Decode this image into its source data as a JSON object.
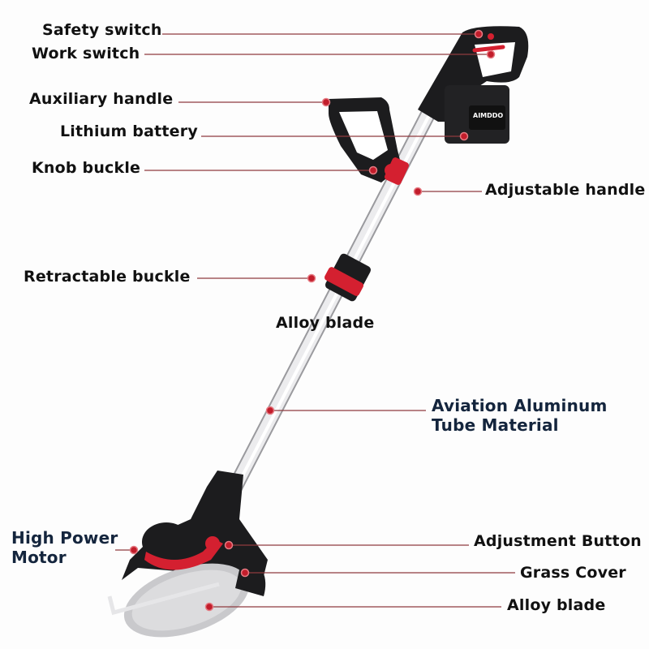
{
  "labels": {
    "safety_switch": "Safety switch",
    "work_switch": "Work switch",
    "auxiliary_handle": "Auxiliary handle",
    "lithium_battery": "Lithium battery",
    "knob_buckle": "Knob buckle",
    "adjustable_handle": "Adjustable handle",
    "retractable_buckle": "Retractable buckle",
    "alloy_blade_mid": "Alloy blade",
    "aviation_tube_line1": "Aviation Aluminum",
    "aviation_tube_line2": "Tube Material",
    "motor_line1": "High Power",
    "motor_line2": "Motor",
    "adjustment_button": "Adjustment Button",
    "grass_cover": "Grass Cover",
    "alloy_blade_bottom": "Alloy blade"
  },
  "product_branding": "AIMDDO",
  "colors": {
    "callout": "#8e3b3f",
    "accent": "#d42030",
    "body": "#1c1c1e",
    "tube": "#e4e4e6",
    "navy": "#14253d"
  }
}
